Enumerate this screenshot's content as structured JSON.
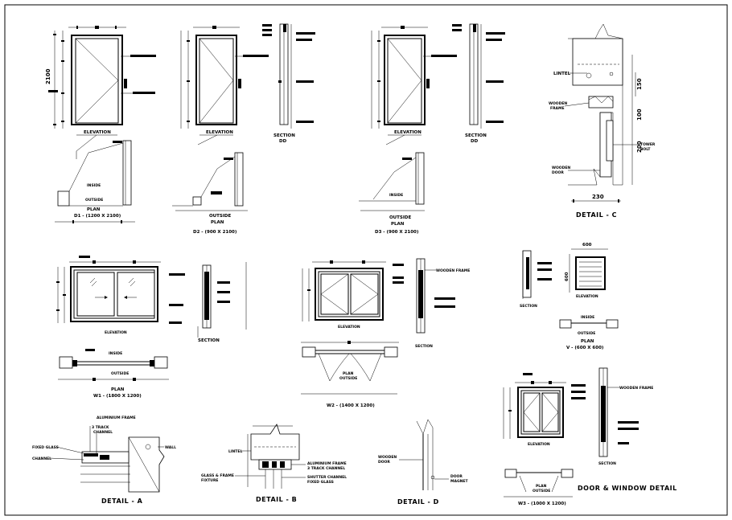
{
  "door_elevations": {
    "elev1_label": "ELEVATION",
    "elev2_label": "ELEVATION",
    "elev3_label": "ELEVATION",
    "height_dim": "2100",
    "section1_label": "SECTION",
    "section1_tag": "DD",
    "section2_label": "SECTION",
    "section2_tag": "DD"
  },
  "door_plans": {
    "d1_inside": "INSIDE",
    "d1_outside": "OUTSIDE",
    "d1_plan": "PLAN",
    "d1_code": "D1 - (1200 X 2100)",
    "d2_outside": "OUTSIDE",
    "d2_plan": "PLAN",
    "d2_code": "D2 - (900 X 2100)",
    "d3_inside": "INSIDE",
    "d3_outside": "OUTSIDE",
    "d3_plan": "PLAN",
    "d3_code": "D3 - (900 X 2100)"
  },
  "detail_c": {
    "lintel": "LINTEL",
    "wooden": "WOODEN",
    "frame": "FRAME",
    "wooden_door_1": "WOODEN",
    "wooden_door_2": "DOOR",
    "tower": "TOWER",
    "bolt": "BOLT",
    "dim_150": "150",
    "dim_100": "100",
    "dim_200": "200",
    "dim_230": "230",
    "title": "DETAIL - C"
  },
  "window_w1": {
    "elev_label": "ELEVATION",
    "section_label": "SECTION",
    "inside": "INSIDE",
    "outside": "OUTSIDE",
    "plan": "PLAN",
    "code": "W1 - (1800 X 1200)"
  },
  "window_w2": {
    "elev_label": "ELEVATION",
    "section_label": "SECTION",
    "wooden_frame": "WOODEN FRAME",
    "plan": "PLAN",
    "outside": "OUTSIDE",
    "code": "W2 - (1400 X 1200)"
  },
  "ventilator": {
    "dim_top": "600",
    "dim_side": "600",
    "section_label": "SECTION",
    "elev_label": "ELEVATION",
    "inside": "INSIDE",
    "outside": "OUTSIDE",
    "plan": "PLAN",
    "code": "V - (600 X 600)"
  },
  "window_w3": {
    "elev_label": "ELEVATION",
    "section_label": "SECTION",
    "wooden_frame": "WOODEN FRAME",
    "plan": "PLAN",
    "outside": "OUTSIDE",
    "code": "W3 - (1000 X 1200)"
  },
  "detail_a": {
    "aluminium_frame": "ALUMINIUM FRAME",
    "track_1": "3 TRACK",
    "track_2": "CHANNEL",
    "fixed_glass": "FIXED GLASS",
    "channel": "CHANNEL",
    "wall": "WALL",
    "title": "DETAIL - A"
  },
  "detail_b": {
    "lintel": "LINTEL",
    "aluminium_frame": "ALUMINIUM FRAME",
    "track_channel": "3 TRACK CHANNEL",
    "glass_frame": "GLASS & FRAME",
    "fixture": "FIXTURE",
    "shutter_channel": "SHUTTER CHANNEL",
    "fixed_glass": "FIXED GLASS",
    "title": "DETAIL - B"
  },
  "detail_d": {
    "wooden": "WOODEN",
    "door": "DOOR",
    "door_label": "DOOR",
    "magnet": "MAGNET",
    "title": "DETAIL - D"
  },
  "sheet_title": "DOOR & WINDOW DETAIL"
}
